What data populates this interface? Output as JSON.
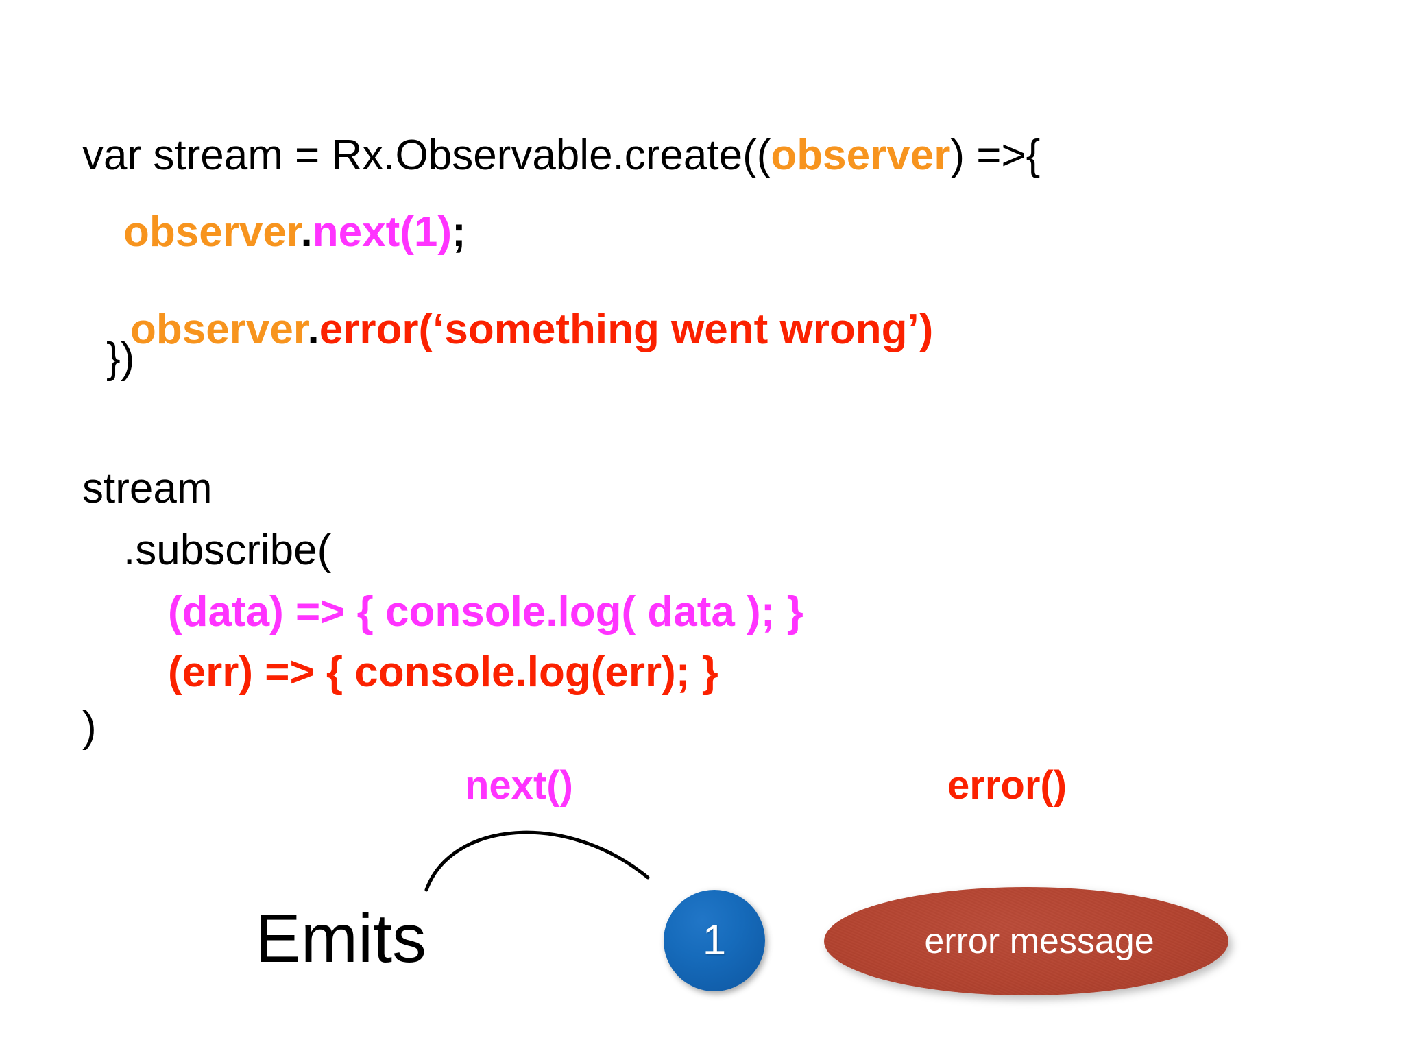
{
  "slide": {
    "background_color": "#FFFFFF",
    "palette": {
      "plain": "#000000",
      "orange": "#F7941E",
      "magenta": "#FF33FF",
      "red": "#FB2100",
      "circle_blue": "#166BBB",
      "ellipse_brick": "#B4432F",
      "white": "#FFFFFF"
    }
  },
  "code": {
    "create_block": {
      "line1_part1": "var stream = Rx.Observable.create((",
      "line1_observer": "observer",
      "line1_part2": ") =>{",
      "line2_observer": "observer",
      "line2_dot": ".",
      "line2_next": "next(1)",
      "line2_semicolon": ";",
      "line3_observer": "observer",
      "line3_dot": ".",
      "line3_error": "error(‘something went wrong’)",
      "line4_close": "})"
    },
    "subscribe_block": {
      "line1": "stream",
      "line2": ".subscribe(",
      "line3_data_callback": "(data) => { console.log( data ); }",
      "line4_err_callback": "(err) => { console.log(err); }",
      "line5_close": ")"
    }
  },
  "diagram": {
    "next_label": "next()",
    "error_label": "error()",
    "emits_label": "Emits",
    "emitted_value": "1",
    "error_message": "error message"
  }
}
